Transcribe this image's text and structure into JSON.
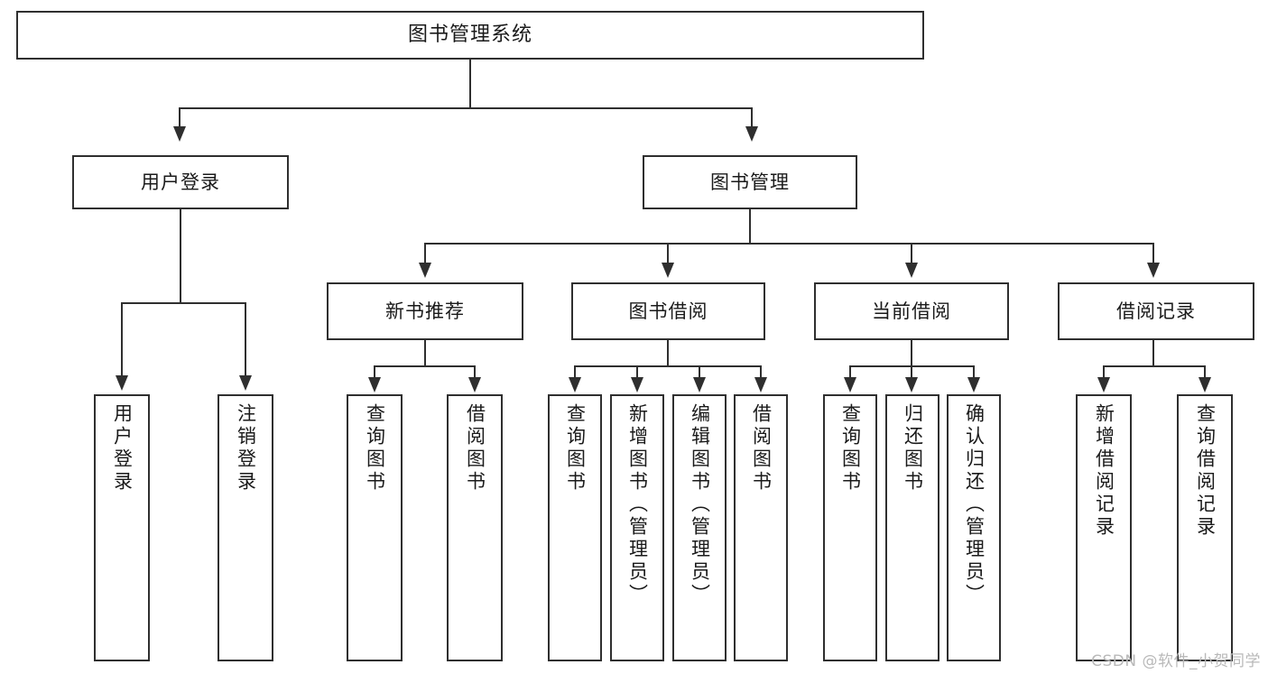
{
  "diagram": {
    "title": "图书管理系统",
    "type": "hierarchy-tree",
    "watermark": "CSDN @软件_小贺同学",
    "colors": {
      "box_border": "#2f2f2f",
      "box_fill": "#ffffff",
      "text": "#1a1a1a",
      "connector": "#2f2f2f",
      "watermark": "#b9b9b9"
    },
    "root": {
      "label": "图书管理系统"
    },
    "level2": [
      {
        "label": "用户登录"
      },
      {
        "label": "图书管理"
      }
    ],
    "level3": [
      {
        "label": "新书推荐"
      },
      {
        "label": "图书借阅"
      },
      {
        "label": "当前借阅"
      },
      {
        "label": "借阅记录"
      }
    ],
    "leaves": {
      "user_login": [
        {
          "label": "用户登录"
        },
        {
          "label": "注销登录"
        }
      ],
      "new_book_recommend": [
        {
          "label": "查询图书"
        },
        {
          "label": "借阅图书"
        }
      ],
      "book_borrow": [
        {
          "label": "查询图书"
        },
        {
          "label": "新增图书（管理员）"
        },
        {
          "label": "编辑图书（管理员）"
        },
        {
          "label": "借阅图书"
        }
      ],
      "current_borrow": [
        {
          "label": "查询图书"
        },
        {
          "label": "归还图书"
        },
        {
          "label": "确认归还（管理员）"
        }
      ],
      "borrow_record": [
        {
          "label": "新增借阅记录"
        },
        {
          "label": "查询借阅记录"
        }
      ]
    }
  }
}
